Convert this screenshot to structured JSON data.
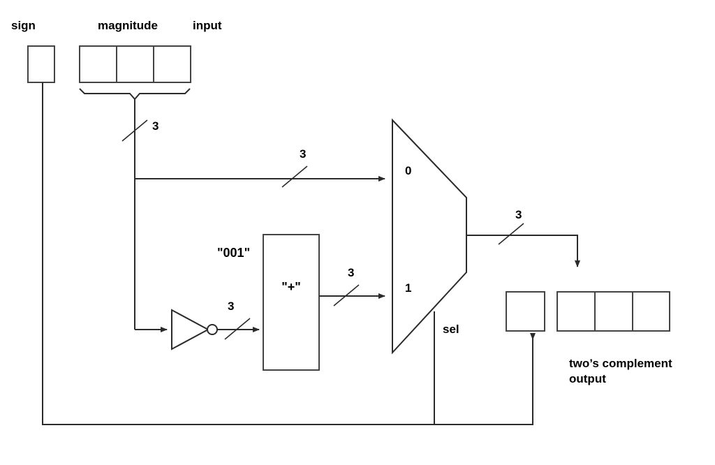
{
  "diagram": {
    "title_labels": {
      "sign": "sign",
      "magnitude": "magnitude",
      "input": "input"
    },
    "blocks": {
      "inverter": {
        "name": "inverter",
        "icon": "not-gate-icon"
      },
      "adder": {
        "name": "adder",
        "label": "\"+\"",
        "constant_input": "\"001\""
      },
      "mux": {
        "name": "multiplexer",
        "input_0_label": "0",
        "input_1_label": "1",
        "select_label": "sel"
      }
    },
    "bus_widths": {
      "magnitude_bus": "3",
      "mux_in0": "3",
      "inverter_out": "3",
      "adder_out": "3",
      "mux_out": "3"
    },
    "output": {
      "caption_line1": "two’s complement",
      "caption_line2": "output"
    },
    "registers": {
      "input_sign_cells": 1,
      "input_magnitude_cells": 3,
      "output_sign_cells": 1,
      "output_magnitude_cells": 3
    },
    "colors": {
      "wire": "#2b2b2b",
      "box_stroke": "#444444",
      "background": "#ffffff",
      "text": "#000000"
    }
  }
}
